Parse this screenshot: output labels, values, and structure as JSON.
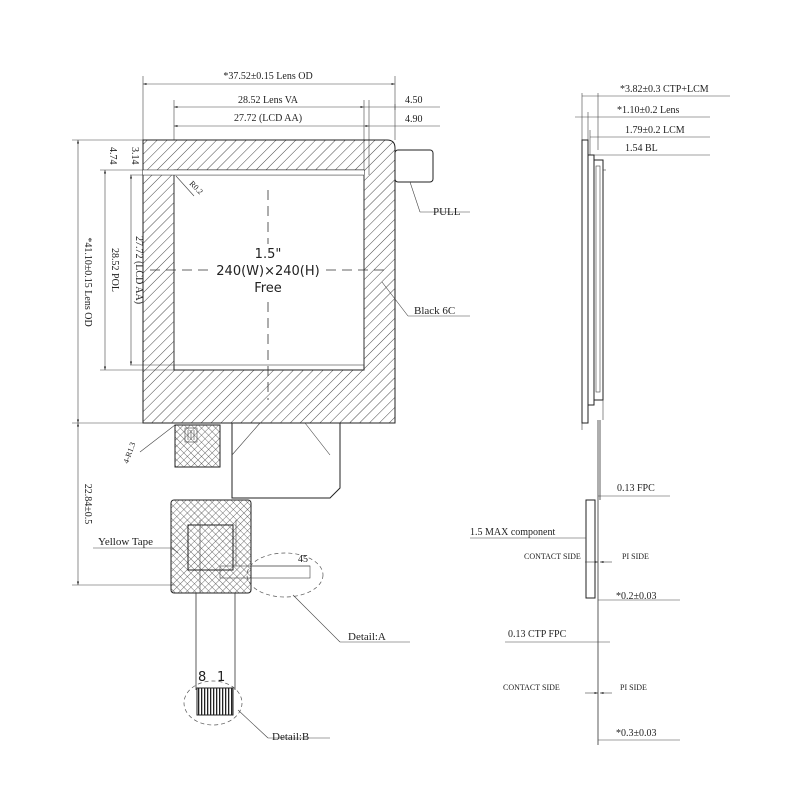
{
  "front_view": {
    "lens_od_width": "*37.52±0.15 Lens OD",
    "lens_va_width": "28.52 Lens VA",
    "lcd_aa_width": "27.72 (LCD AA)",
    "offset_va": "4.50",
    "offset_aa": "4.90",
    "top_margin_1": "3.14",
    "top_margin_2": "4.74",
    "lens_od_height": "*41.10±0.15 Lens OD",
    "pol_height": "28.52 POL",
    "lcd_aa_height": "27.72 (LCD AA)",
    "fpc_length": "22.84±0.5",
    "corner_radius": "R0.2",
    "hole_label": "4-R1.3",
    "diagonal": "1.5\"",
    "resolution": "240(W)×240(H)",
    "mode": "Free",
    "pull_label": "PULL",
    "black_label": "Black 6C",
    "yellow_tape_label": "Yellow Tape",
    "connector_pins": "45",
    "detail_a": "Detail:A",
    "pin_8": "8",
    "pin_1": "1",
    "detail_b": "Detail:B"
  },
  "side_view": {
    "total_thickness": "*3.82±0.3 CTP+LCM",
    "lens_thickness": "*1.10±0.2 Lens",
    "lcm_thickness": "1.79±0.2 LCM",
    "bl_thickness": "1.54 BL",
    "fpc_thickness": "0.13 FPC",
    "max_component": "1.5 MAX component",
    "contact_side_1": "CONTACT SIDE",
    "pi_side_1": "PI SIDE",
    "stiffener_1": "*0.2±0.03",
    "ctp_fpc": "0.13 CTP FPC",
    "contact_side_2": "CONTACT SIDE",
    "pi_side_2": "PI SIDE",
    "stiffener_2": "*0.3±0.03"
  }
}
